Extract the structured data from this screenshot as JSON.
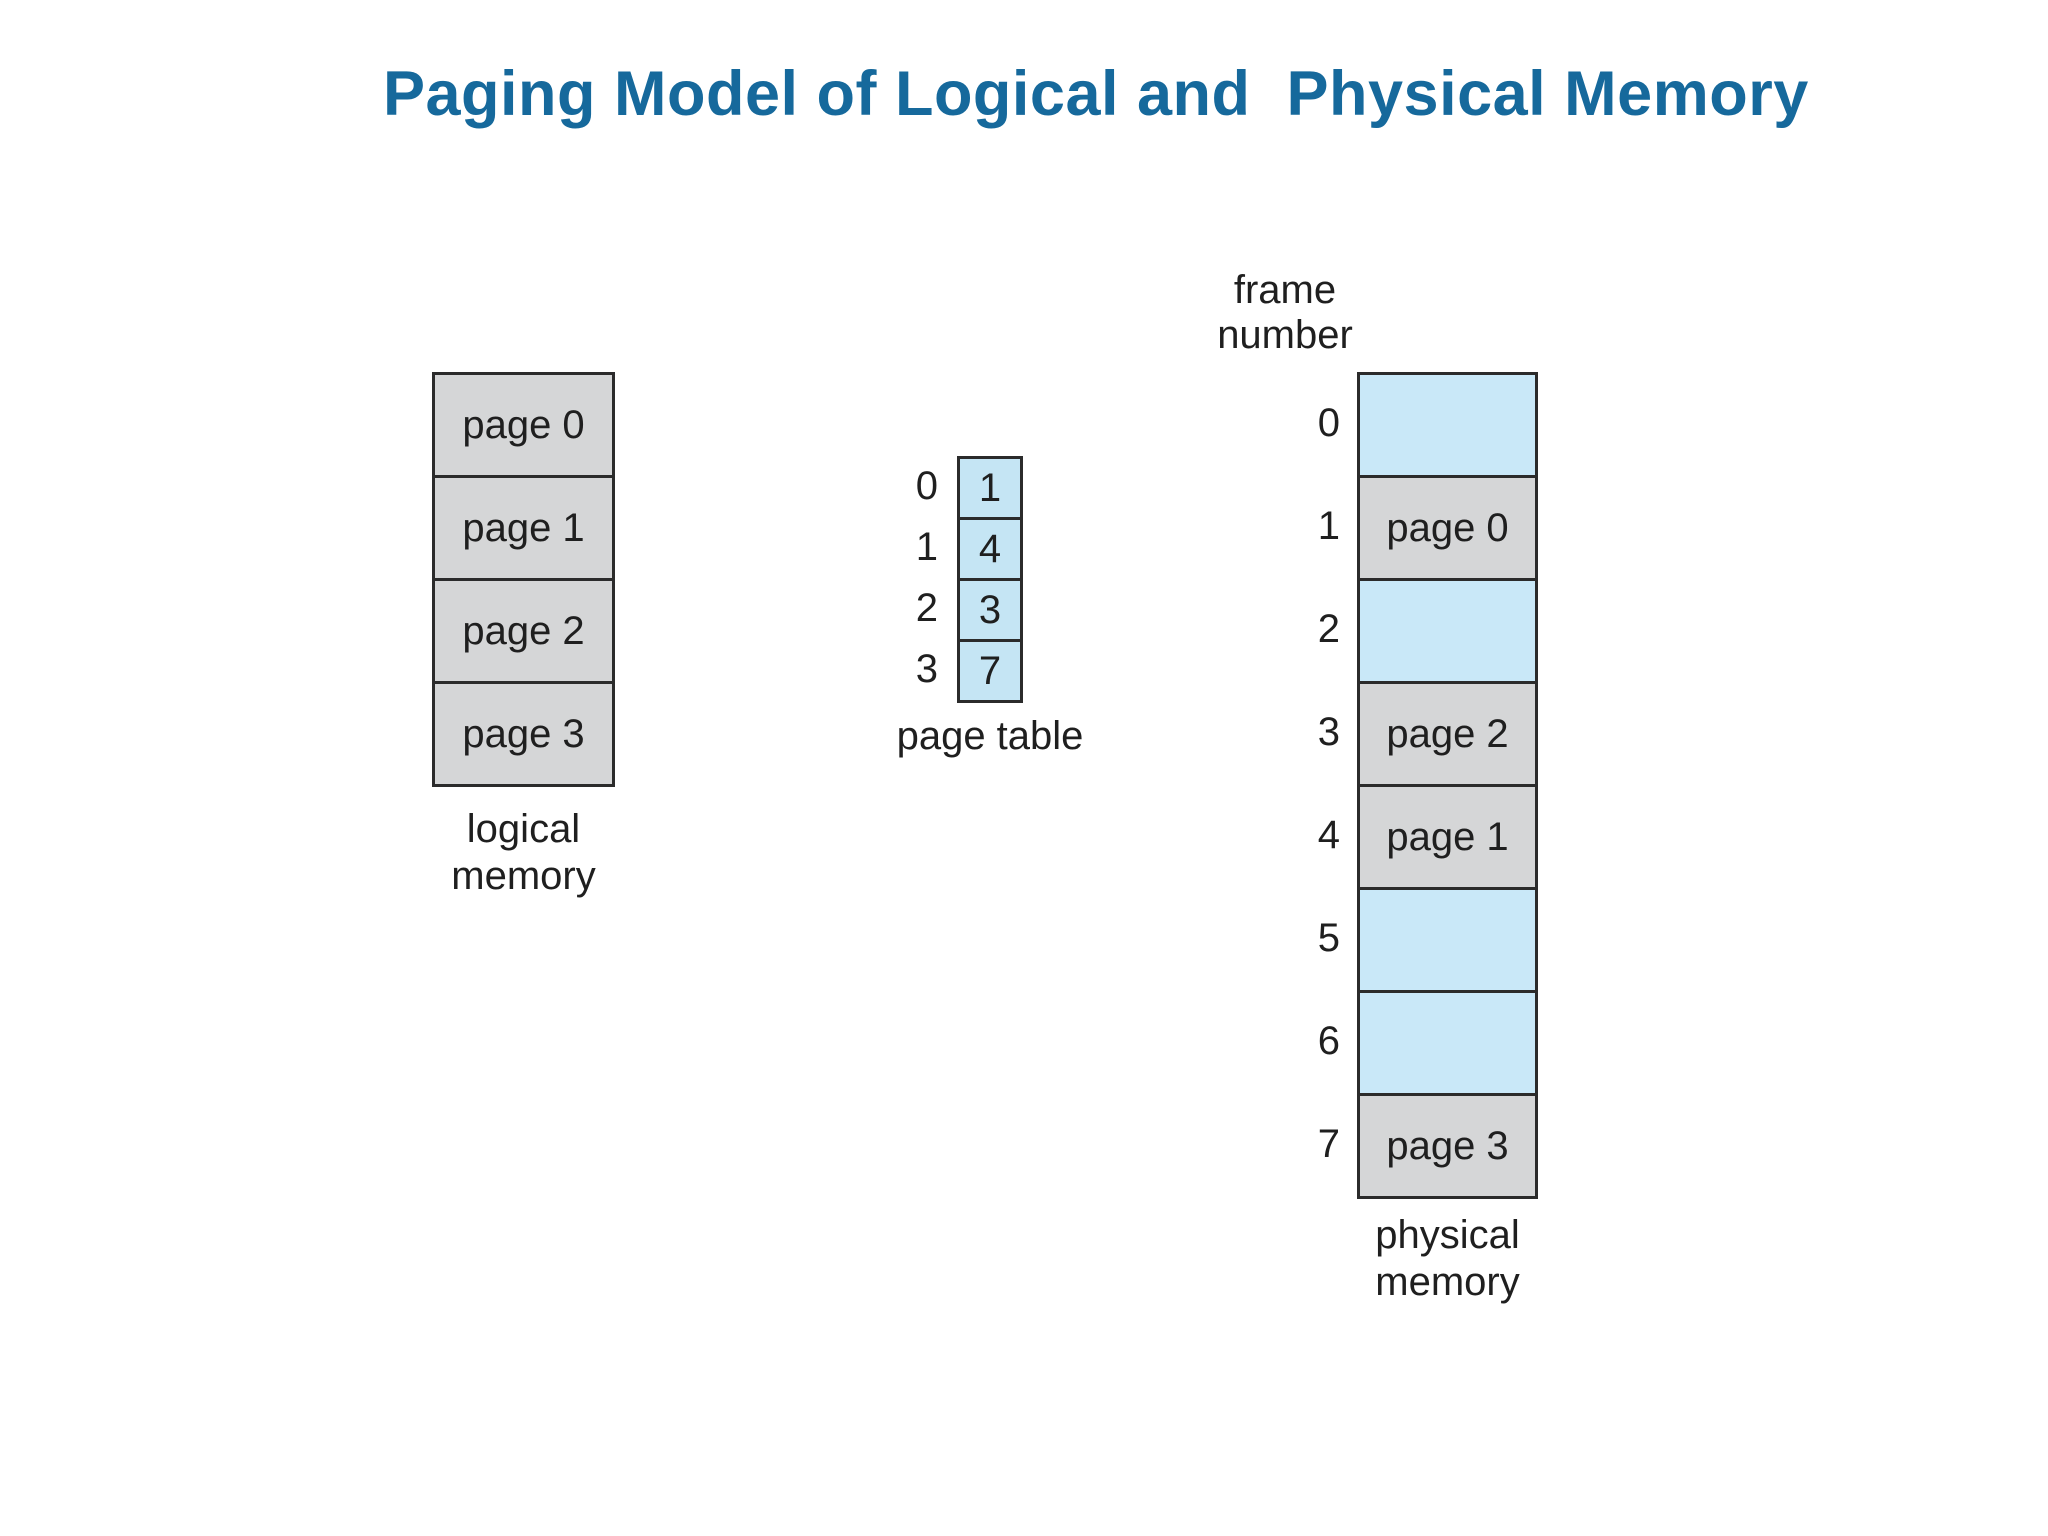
{
  "title": "Paging Model of Logical and  Physical Memory",
  "colors": {
    "title_text": "#16699c",
    "cell_gray": "#d5d6d7",
    "frame_empty_blue": "#c9e8f8",
    "page_table_blue": "#c5e5f4",
    "border": "#2b2b2b",
    "diagram_text": "#1f1f1f",
    "background": "#ffffff"
  },
  "logical_memory": {
    "label_lines": [
      "logical",
      "memory"
    ],
    "pages": [
      "page 0",
      "page 1",
      "page 2",
      "page 3"
    ]
  },
  "page_table": {
    "label": "page table",
    "entries": [
      {
        "index": "0",
        "value": "1"
      },
      {
        "index": "1",
        "value": "4"
      },
      {
        "index": "2",
        "value": "3"
      },
      {
        "index": "3",
        "value": "7"
      }
    ]
  },
  "physical_memory": {
    "header_lines": [
      "frame",
      "number"
    ],
    "label_lines": [
      "physical",
      "memory"
    ],
    "frames": [
      {
        "number": "0",
        "content": "",
        "empty": true
      },
      {
        "number": "1",
        "content": "page 0",
        "empty": false
      },
      {
        "number": "2",
        "content": "",
        "empty": true
      },
      {
        "number": "3",
        "content": "page 2",
        "empty": false
      },
      {
        "number": "4",
        "content": "page 1",
        "empty": false
      },
      {
        "number": "5",
        "content": "",
        "empty": true
      },
      {
        "number": "6",
        "content": "",
        "empty": true
      },
      {
        "number": "7",
        "content": "page 3",
        "empty": false
      }
    ]
  }
}
